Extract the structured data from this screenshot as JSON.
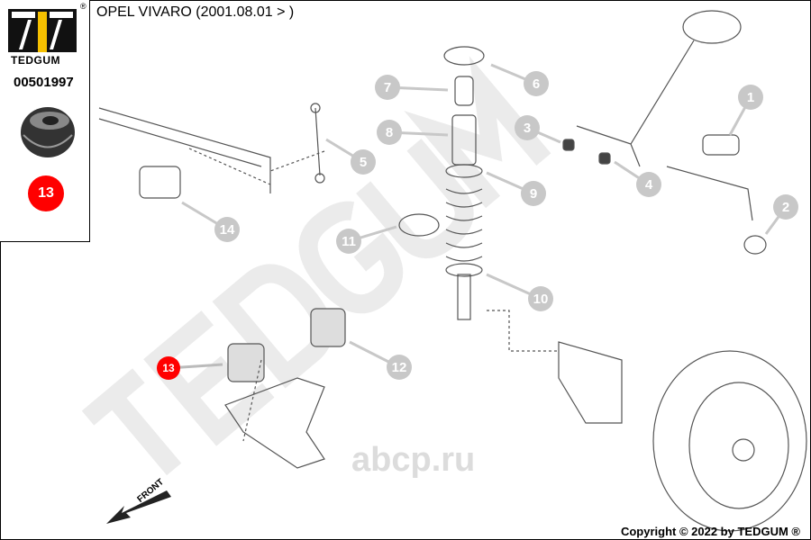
{
  "header": {
    "title": "OPEL VIVARO (2001.08.01 > )"
  },
  "sidebar": {
    "brand": "TEDGUM",
    "registered": "®",
    "part_number": "00501997",
    "position_badge": "13"
  },
  "watermarks": {
    "brand": "TEDGUM",
    "site": "abcp.ru"
  },
  "diagram": {
    "front_label": "FRONT",
    "highlight_color": "#ff0000",
    "callouts": [
      {
        "label": "1"
      },
      {
        "label": "2"
      },
      {
        "label": "3"
      },
      {
        "label": "4"
      },
      {
        "label": "5"
      },
      {
        "label": "6"
      },
      {
        "label": "7"
      },
      {
        "label": "8"
      },
      {
        "label": "9"
      },
      {
        "label": "10"
      },
      {
        "label": "11"
      },
      {
        "label": "12"
      },
      {
        "label": "13",
        "highlighted": true
      },
      {
        "label": "14"
      }
    ]
  },
  "footer": {
    "copyright": "Copyright © 2022 by TEDGUM ®"
  }
}
